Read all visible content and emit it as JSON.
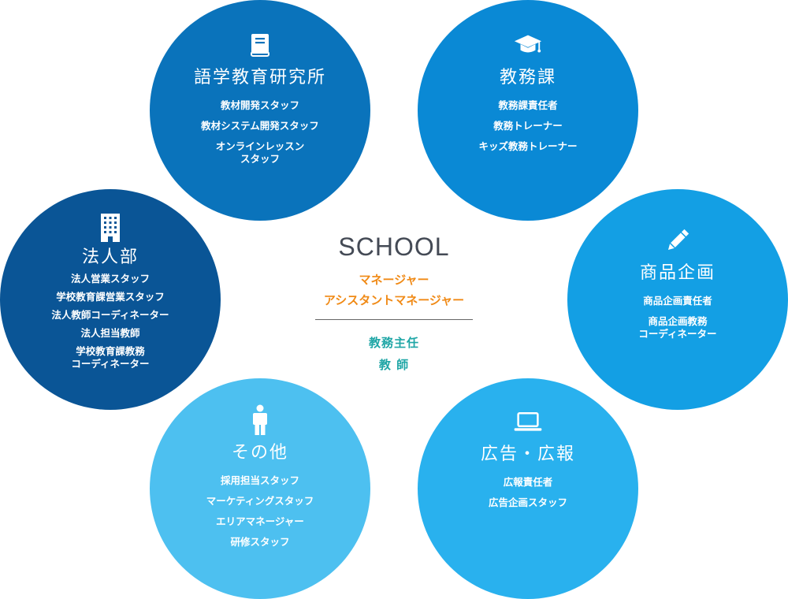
{
  "center": {
    "title": "SCHOOL",
    "managers": [
      "マネージャー",
      "アシスタントマネージャー"
    ],
    "staff": [
      "教務主任",
      "教 師"
    ]
  },
  "departments": [
    {
      "id": "gogaku",
      "icon": "book-icon",
      "title": "語学教育研究所",
      "color": "#0a73bb",
      "items": [
        "教材開発スタッフ",
        "教材システム開発スタッフ",
        "オンラインレッスン\nスタッフ"
      ]
    },
    {
      "id": "kyomu",
      "icon": "graduation-cap-icon",
      "title": "教務課",
      "color": "#0a89d5",
      "items": [
        "教務課責任者",
        "教務トレーナー",
        "キッズ教務トレーナー"
      ]
    },
    {
      "id": "hojin",
      "icon": "building-icon",
      "title": "法人部",
      "color": "#0a5596",
      "items": [
        "法人営業スタッフ",
        "学校教育課営業スタッフ",
        "法人教師コーディネーター",
        "法人担当教師",
        "学校教育課教務\nコーディネーター"
      ]
    },
    {
      "id": "shohin",
      "icon": "pencil-icon",
      "title": "商品企画",
      "color": "#139fe4",
      "items": [
        "商品企画責任者",
        "商品企画教務\nコーディネーター"
      ]
    },
    {
      "id": "sonota",
      "icon": "person-icon",
      "title": "その他",
      "color": "#4dc0f0",
      "items": [
        "採用担当スタッフ",
        "マーケティングスタッフ",
        "エリアマネージャー",
        "研修スタッフ"
      ]
    },
    {
      "id": "kokoku",
      "icon": "laptop-icon",
      "title": "広告・広報",
      "color": "#29b1ee",
      "items": [
        "広報責任者",
        "広告企画スタッフ"
      ]
    }
  ]
}
